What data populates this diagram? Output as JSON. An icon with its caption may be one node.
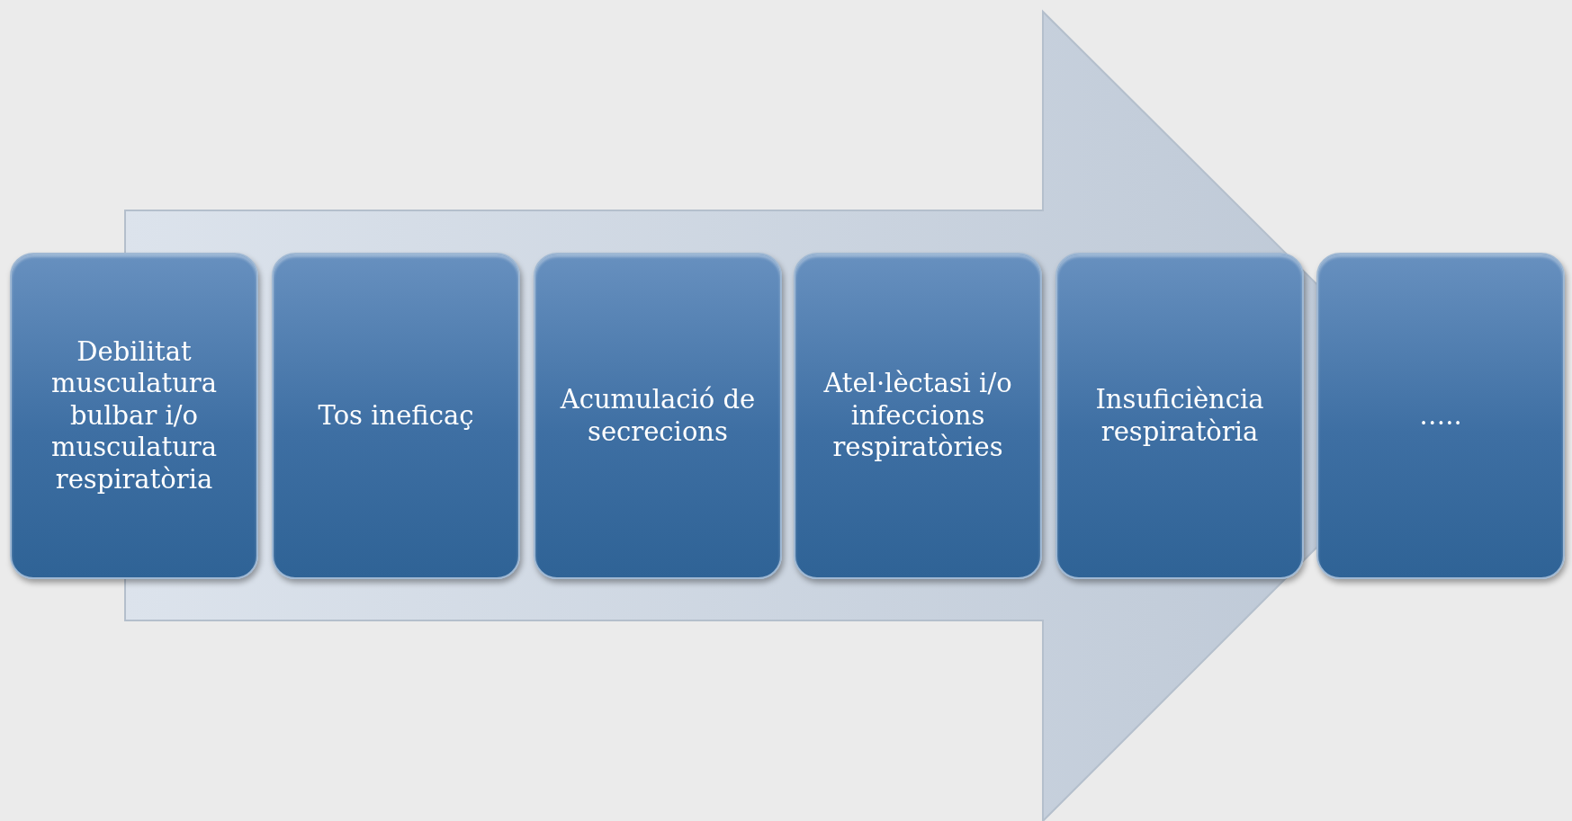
{
  "diagram": {
    "nodes": [
      {
        "text": [
          "Debilitat musculatura bulbar i/o musculatura respiratòria"
        ]
      },
      {
        "text": [
          "Tos ineficaç"
        ]
      },
      {
        "text": [
          "Acumulació de secrecions"
        ]
      },
      {
        "text": [
          "Atel·lèctasi i/o infeccions respiratòries"
        ]
      },
      {
        "text": [
          "Insuficiència respiratòria"
        ]
      },
      {
        "text": [
          "….."
        ]
      }
    ],
    "edges": [
      {
        "from": 0,
        "to": 5,
        "arrow": "to"
      }
    ]
  }
}
